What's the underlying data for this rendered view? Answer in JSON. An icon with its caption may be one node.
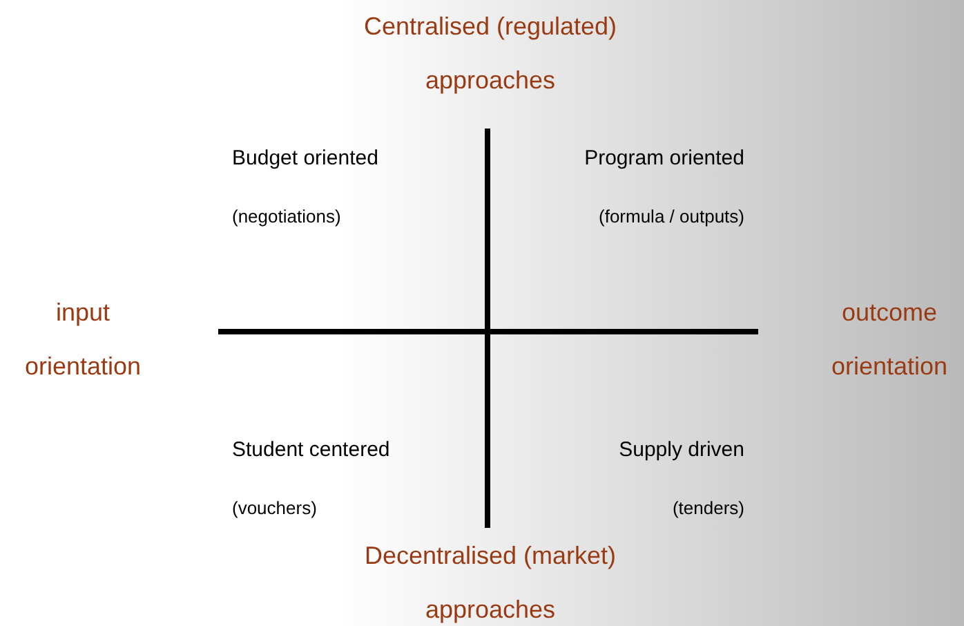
{
  "diagram": {
    "labels": [
      "Centralised (regulated) approaches",
      "Budget oriented",
      "(negotiations)",
      "Program oriented",
      "(formula / outputs)",
      "input orientation",
      "outcome orientation",
      "Student centered",
      "(vouchers)",
      "Supply driven",
      "(tenders)",
      "Decentralised (market) approaches"
    ]
  }
}
